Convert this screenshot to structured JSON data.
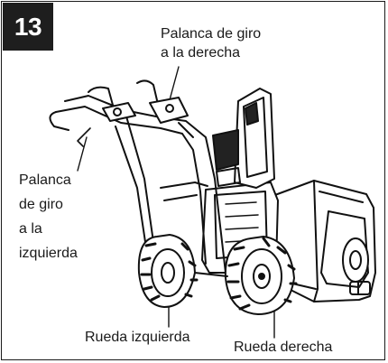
{
  "figure": {
    "number": "13",
    "labels": {
      "right_turn_lever": [
        "Palanca de giro",
        "a la derecha"
      ],
      "left_turn_lever": [
        "Palanca",
        "de giro",
        "a la",
        "izquierda"
      ],
      "left_wheel": "Rueda izquierda",
      "right_wheel": "Rueda derecha"
    }
  }
}
